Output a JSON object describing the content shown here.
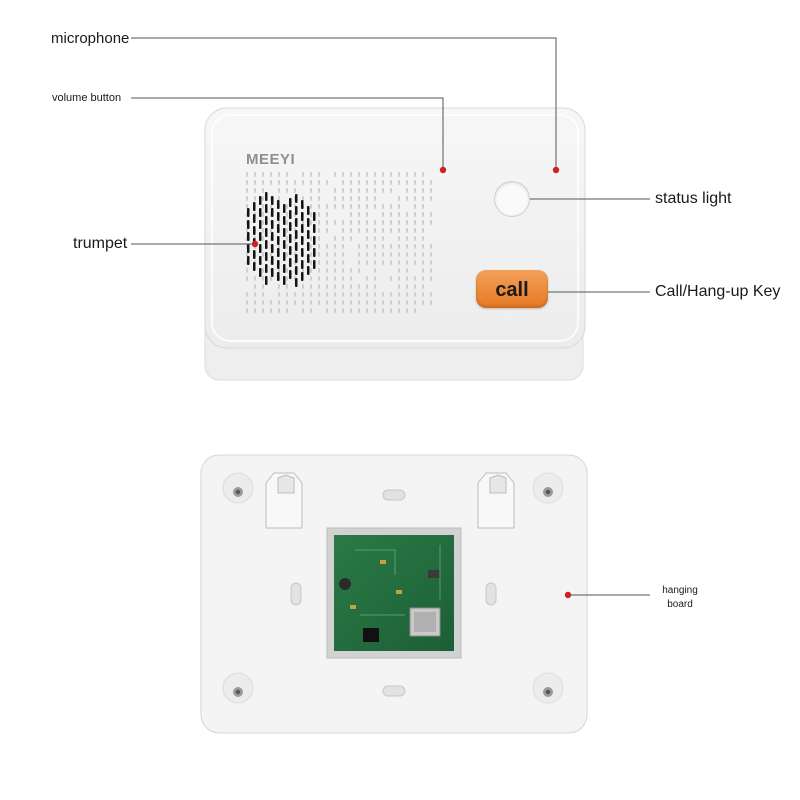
{
  "front_panel": {
    "brand": "MEEYI",
    "call_key_text": "call"
  },
  "callouts": {
    "microphone": "microphone",
    "volume_button": "volume button",
    "trumpet": "trumpet",
    "status_light": "status light",
    "call_hangup_key": "Call/Hang-up Key",
    "hanging_board_line1": "hanging",
    "hanging_board_line2": "board"
  },
  "colors": {
    "pointer_line": "#555555",
    "pointer_dot": "#d21f26",
    "device_body": "#f3f3f3",
    "call_key": "#e98a3a",
    "pcb": "#1f6b3c"
  }
}
